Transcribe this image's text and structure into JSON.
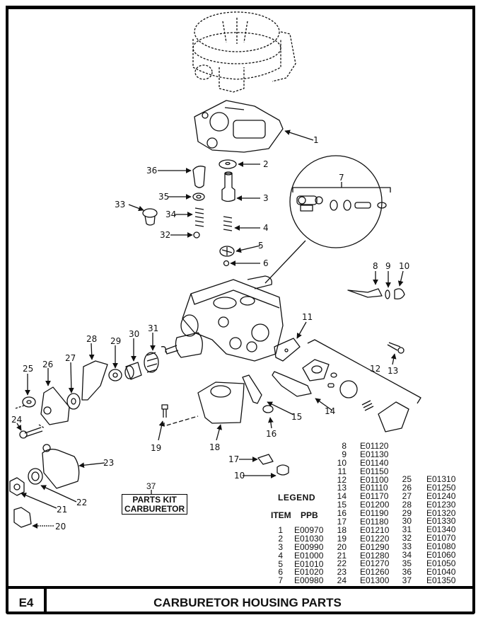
{
  "page": {
    "id": "E4",
    "title": "CARBURETOR HOUSING PARTS"
  },
  "kit": {
    "item_number": "37",
    "line1": "PARTS KIT",
    "line2": "CARBURETOR"
  },
  "callouts": {
    "c1": "1",
    "c2": "2",
    "c3": "3",
    "c4": "4",
    "c5": "5",
    "c6": "6",
    "c7": "7",
    "c8": "8",
    "c9": "9",
    "c10a": "10",
    "c10b": "10",
    "c11": "11",
    "c12": "12",
    "c13": "13",
    "c14": "14",
    "c15": "15",
    "c16": "16",
    "c17": "17",
    "c18": "18",
    "c19": "19",
    "c20": "20",
    "c21": "21",
    "c22": "22",
    "c23": "23",
    "c24": "24",
    "c25": "25",
    "c26": "26",
    "c27": "27",
    "c28": "28",
    "c29": "29",
    "c30": "30",
    "c31": "31",
    "c32": "32",
    "c33": "33",
    "c34": "34",
    "c35": "35",
    "c36": "36"
  },
  "legend": {
    "title": "LEGEND",
    "col_item": "ITEM",
    "col_ppb": "PPB",
    "columns": [
      {
        "items": [
          "1",
          "2",
          "3",
          "4",
          "5",
          "6",
          "7"
        ],
        "ppb": [
          "E00970",
          "E01030",
          "E00990",
          "E01000",
          "E01010",
          "E01020",
          "E00980"
        ]
      },
      {
        "items": [
          "8",
          "9",
          "10",
          "11",
          "12",
          "13",
          "14",
          "15",
          "16",
          "17",
          "18",
          "19",
          "20",
          "21",
          "22",
          "23",
          "24"
        ],
        "ppb": [
          "E01120",
          "E01130",
          "E01140",
          "E01150",
          "E01100",
          "E01110",
          "E01170",
          "E01200",
          "E01190",
          "E01180",
          "E01210",
          "E01220",
          "E01290",
          "E01280",
          "E01270",
          "E01260",
          "E01300"
        ]
      },
      {
        "items": [
          "25",
          "26",
          "27",
          "28",
          "29",
          "30",
          "31",
          "32",
          "33",
          "34",
          "35",
          "36",
          "37"
        ],
        "ppb": [
          "E01310",
          "E01250",
          "E01240",
          "E01230",
          "E01320",
          "E01330",
          "E01340",
          "E01070",
          "E01080",
          "E01060",
          "E01050",
          "E01040",
          "E01350"
        ]
      }
    ]
  }
}
